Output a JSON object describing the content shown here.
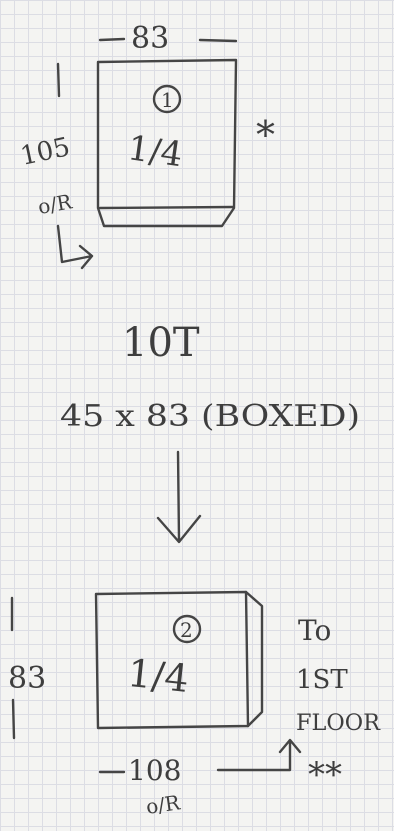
{
  "sketch": {
    "top_width": "83",
    "top_height": "105",
    "top_height_note": "o/R",
    "top_fraction": "1/4",
    "top_number": "1",
    "top_star": "*",
    "middle_qty": "10T",
    "middle_size": "45 x 83 (BOXED)",
    "bottom_height": "83",
    "bottom_fraction": "1/4",
    "bottom_number": "2",
    "bottom_note_line1": "To",
    "bottom_note_line2": "1ST",
    "bottom_note_line3": "FLOOR",
    "bottom_width": "108",
    "bottom_width_note": "o/R",
    "bottom_stars": "**"
  }
}
